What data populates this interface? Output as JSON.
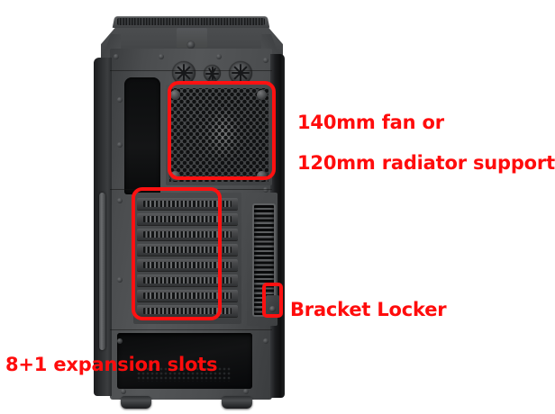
{
  "image": {
    "subject": "PC computer case rear panel",
    "background_color": "#ffffff",
    "annotation_color": "#FF0C0C"
  },
  "annotations": {
    "fan_support": {
      "line1": "140mm fan or",
      "line2": "120mm radiator support",
      "highlight": "rear-fan-area"
    },
    "bracket_locker": {
      "label": "Bracket Locker",
      "highlight": "bracket-locker-tab"
    },
    "expansion_slots": {
      "label": "8+1 expansion slots",
      "highlight": "expansion-slot-block"
    }
  },
  "case_parts": {
    "top_grille": "top-exhaust-grille",
    "water_cooling_grommets": [
      {
        "name": "grommet-large-left",
        "spokes": 4
      },
      {
        "name": "grommet-small-center",
        "spokes": 6
      },
      {
        "name": "grommet-large-right",
        "spokes": 4
      }
    ],
    "rear_fan": {
      "name": "rear-fan-mesh",
      "size_mm": 140
    },
    "expansion_slot_count": 8,
    "io_panel": "rear-io-vent-panel",
    "psu_bay": "bottom-psu-bay",
    "feet": [
      "foot-left",
      "foot-right"
    ],
    "side_panel_handle": "left-side-panel-groove"
  }
}
